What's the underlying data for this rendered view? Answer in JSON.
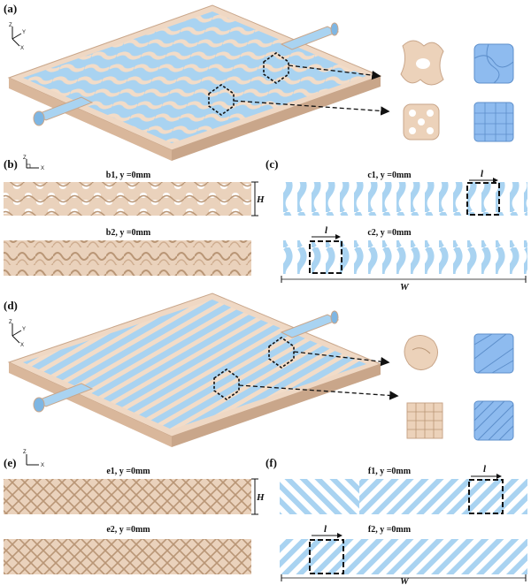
{
  "panels": {
    "a": {
      "label": "(a)"
    },
    "b": {
      "label": "(b)",
      "b1": "b1, y =0mm",
      "b2": "b2, y =0mm",
      "dim": "H"
    },
    "c": {
      "label": "(c)",
      "c1": "c1, y =0mm",
      "c2": "c2, y =0mm",
      "cell": "l",
      "width": "W"
    },
    "d": {
      "label": "(d)"
    },
    "e": {
      "label": "(e)",
      "e1": "e1, y =0mm",
      "e2": "e2, y =0mm",
      "dim": "H"
    },
    "f": {
      "label": "(f)",
      "f1": "f1, y =0mm",
      "f2": "f2, y =0mm",
      "cell": "l",
      "width": "W"
    }
  },
  "axes": {
    "z": "Z",
    "y": "Y",
    "x": "X"
  },
  "colors": {
    "shell": "#efd8c4",
    "shell_dark": "#d9b79b",
    "fluid": "#a9d3f1",
    "fluid_dark": "#7eb6e3",
    "cube": "#8ebbef"
  }
}
